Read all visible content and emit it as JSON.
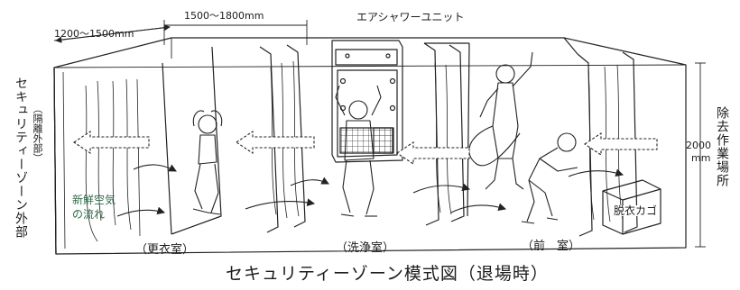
{
  "diagram": {
    "caption": "セキュリティーゾーン模式図（退場時）",
    "dimensions": {
      "left_width": "1200〜1500mm",
      "center_width": "1500〜1800mm",
      "height_value": "2000",
      "height_unit": "mm"
    },
    "unit_label": "エアシャワーユニット",
    "side_labels": {
      "left_main": "セキュリティーゾーン外部",
      "left_paren": "（隔離外部）",
      "right_main": "除去作業場所"
    },
    "rooms": {
      "left": "（更衣室）",
      "center": "（洗浄室）",
      "right": "（前　室）"
    },
    "airflow_label": [
      "新鮮空気",
      "の流れ"
    ],
    "basket_label": "脱衣カゴ"
  }
}
